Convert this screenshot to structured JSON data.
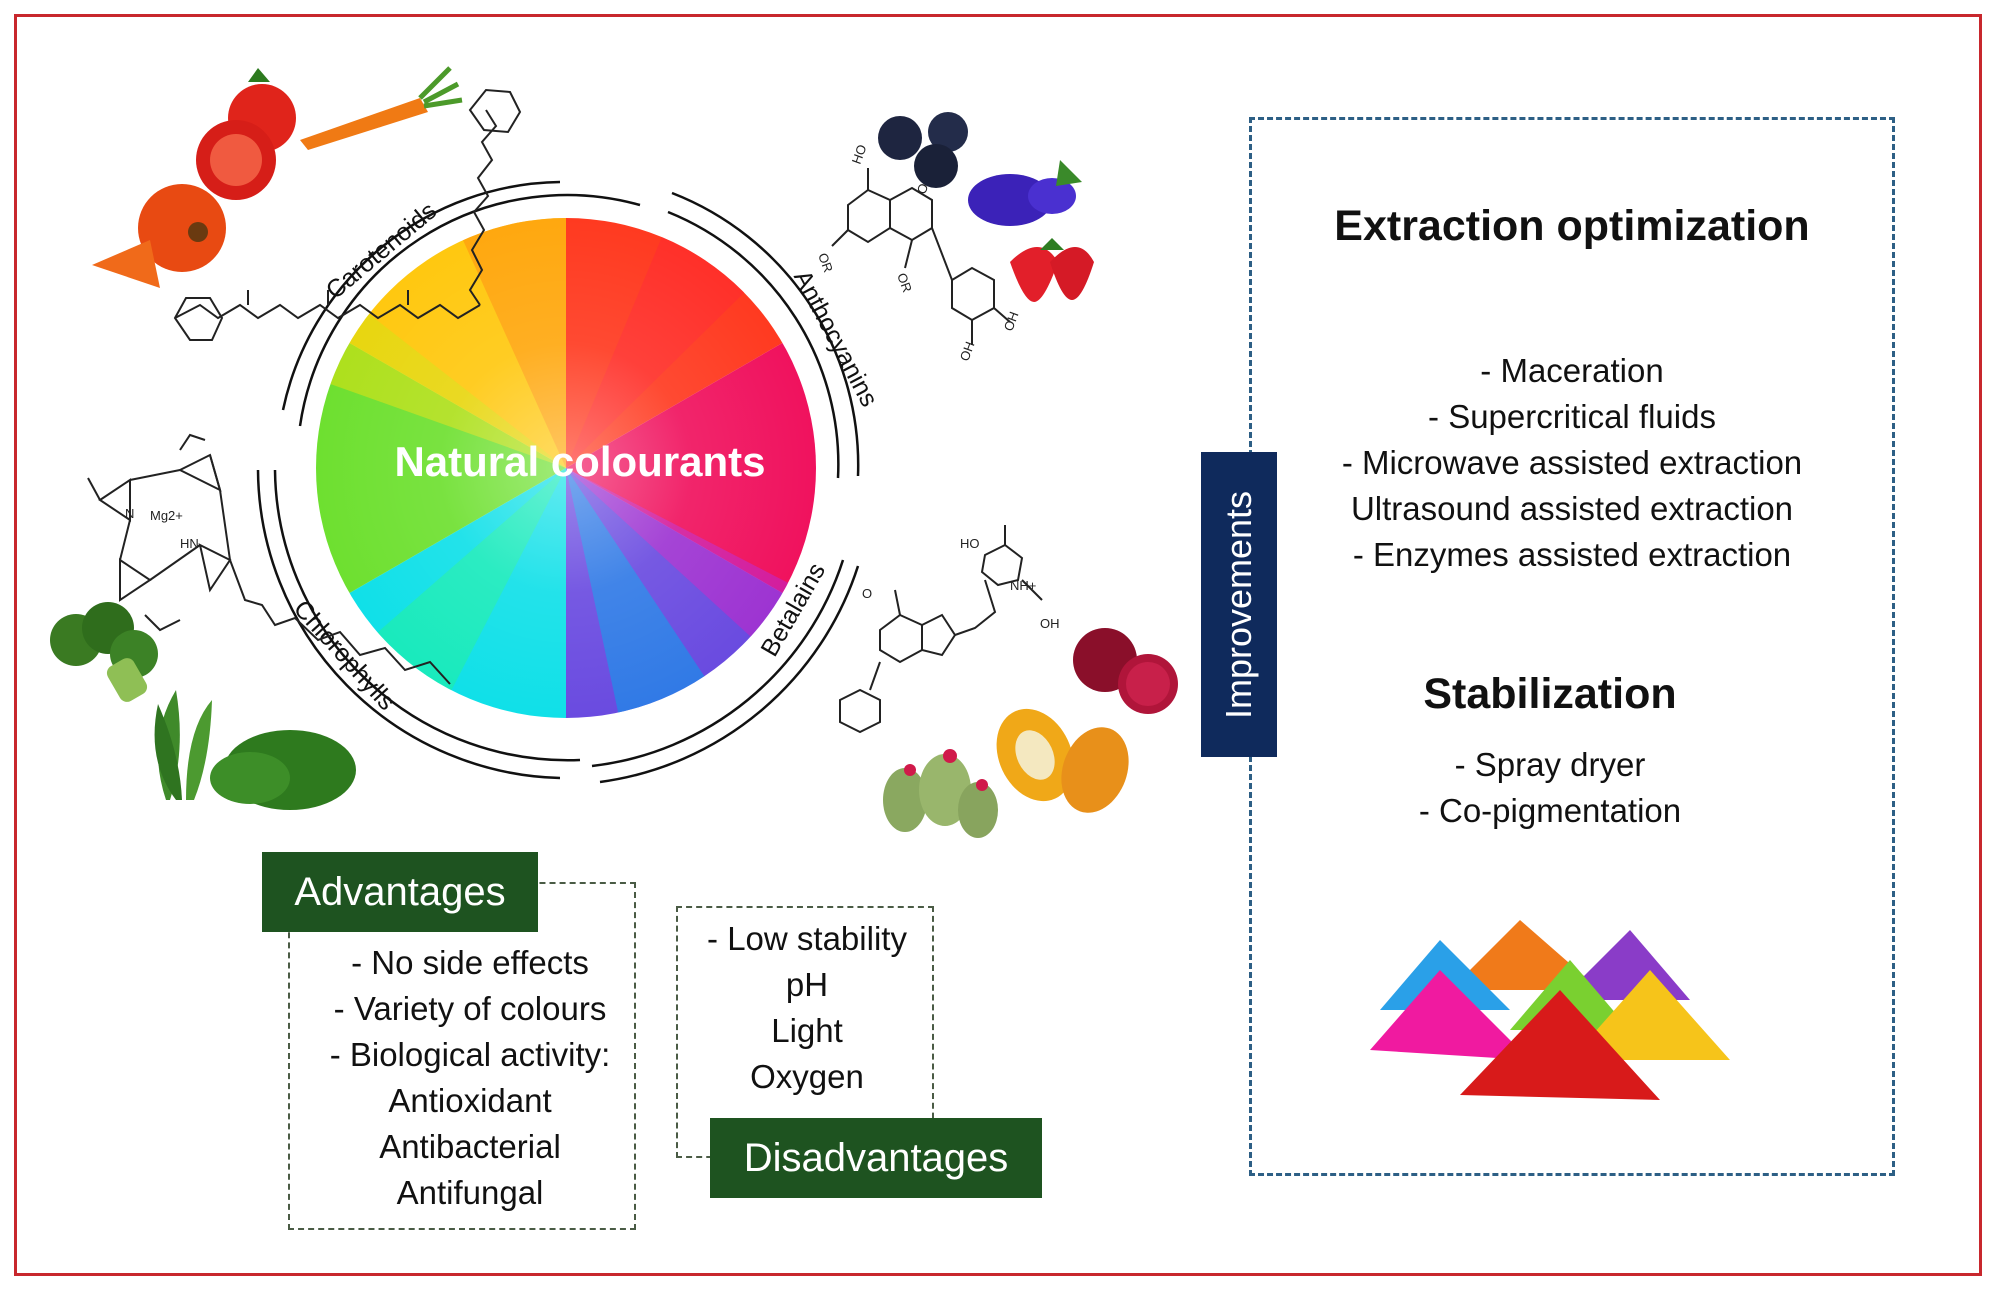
{
  "center": {
    "title": "Natural colourants"
  },
  "pigments": {
    "carotenoids": "Carotenoids",
    "anthocyanins": "Anthocyanins",
    "chlorophylls": "Chlorophylls",
    "betalains": "Betalains"
  },
  "advantages": {
    "title": "Advantages",
    "items": [
      "- No side effects",
      "- Variety of colours",
      "- Biological activity:",
      "Antioxidant",
      "Antibacterial",
      "Antifungal"
    ]
  },
  "disadvantages": {
    "title": "Disadvantages",
    "items": [
      "- Low stability",
      "pH",
      "Light",
      "Oxygen"
    ]
  },
  "improvements": {
    "label": "Improvements",
    "extraction": {
      "title": "Extraction optimization",
      "items": [
        "- Maceration",
        "- Supercritical fluids",
        "- Microwave assisted extraction",
        "Ultrasound assisted extraction",
        "- Enzymes assisted extraction"
      ]
    },
    "stabilization": {
      "title": "Stabilization",
      "items": [
        "- Spray dryer",
        "- Co-pigmentation"
      ]
    }
  },
  "molecule_labels": {
    "anthocyanin_ho": "HO",
    "anthocyanin_or1": "OR",
    "anthocyanin_or2": "OR",
    "anthocyanin_o": "O+",
    "anthocyanin_oh1": "OH",
    "anthocyanin_oh2": "OH",
    "chlorophyll_mg": "Mg2+",
    "chlorophyll_n1": "N",
    "chlorophyll_n2": "HN",
    "betalain_ho": "HO",
    "betalain_o": "O",
    "betalain_nh": "NH+",
    "betalain_oh": "OH"
  },
  "colors": {
    "frame": "#c8272d",
    "tag_green": "#1e5320",
    "tag_navy": "#0f2a5c",
    "improve_border": "#2d5f85"
  }
}
